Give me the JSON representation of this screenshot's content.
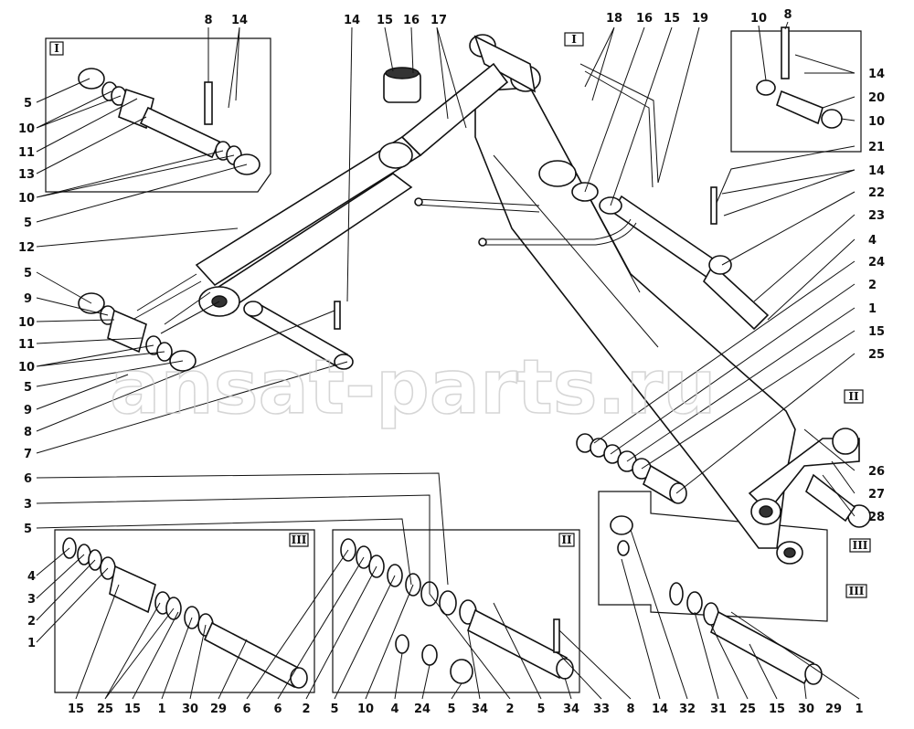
{
  "watermark": "ansat-parts.ru",
  "views": {
    "i": "I",
    "ii": "II",
    "iii": "III"
  },
  "labels": {
    "a_8": "8",
    "a_14": "14",
    "b_14": "14",
    "c_15": "15",
    "c_16": "16",
    "c_17": "17",
    "d_18": "18",
    "d_16": "16",
    "d_15": "15",
    "d_19": "19",
    "e_10": "10",
    "e_8": "8",
    "l_5a": "5",
    "l_10a": "10",
    "l_11a": "11",
    "l_13": "13",
    "l_10b": "10",
    "l_5b": "5",
    "l_12": "12",
    "l_5c": "5",
    "l_9a": "9",
    "l_10c": "10",
    "l_11b": "11",
    "l_10d": "10",
    "l_5d": "5",
    "l_9b": "9",
    "l_8": "8",
    "l_7": "7",
    "l_6": "6",
    "l_3": "3",
    "l_5e": "5",
    "r_14a": "14",
    "r_20": "20",
    "r_10": "10",
    "r_21": "21",
    "r_14b": "14",
    "r_22": "22",
    "r_23": "23",
    "r_4": "4",
    "r_24": "24",
    "r_2": "2",
    "r_1": "1",
    "r_15": "15",
    "r_25": "25",
    "r_26": "26",
    "r_27": "27",
    "r_28": "28",
    "bl_4": "4",
    "bl_3": "3",
    "bl_2": "2",
    "bl_1": "1",
    "b_15a": "15",
    "b_25": "25",
    "b_15b": "15",
    "b_1": "1",
    "b_30": "30",
    "b_29": "29",
    "b_6a": "6",
    "b_6b": "6",
    "b_2a": "2",
    "b_5a": "5",
    "b_10": "10",
    "b_4": "4",
    "b_24": "24",
    "b_5b": "5",
    "b_34a": "34",
    "b_2b": "2",
    "b_5c": "5",
    "b_34b": "34",
    "b_33": "33",
    "b_8": "8",
    "b_32": "32",
    "b_31": "31",
    "b_25b": "25",
    "b_15c": "15",
    "b_30b": "30",
    "b_29b": "29",
    "b_1b": "1"
  },
  "colors": {
    "ink": "#111111",
    "paper": "#ffffff",
    "watermark": "#c9c9c9"
  }
}
